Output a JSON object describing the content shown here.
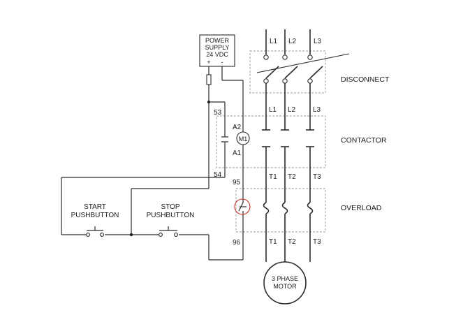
{
  "power_supply": {
    "line1": "POWER",
    "line2": "SUPPLY",
    "line3": "24  VDC",
    "plus": "+",
    "minus": "-"
  },
  "phases": {
    "supply": [
      "L1",
      "L2",
      "L3"
    ],
    "load_side": [
      "L1",
      "L2",
      "L3"
    ],
    "contactor_out": [
      "T1",
      "T2",
      "T3"
    ],
    "overload_out": [
      "T1",
      "T2",
      "T3"
    ]
  },
  "terminals": {
    "aux_top": "53",
    "aux_bottom": "54",
    "ol_top": "95",
    "ol_bottom": "96",
    "coil_top": "A2",
    "coil_bottom": "A1",
    "coil_name": "M1"
  },
  "sections": {
    "disconnect": "DISCONNECT",
    "contactor": "CONTACTOR",
    "overload": "OVERLOAD"
  },
  "start_pushbutton": {
    "line1": "START",
    "line2": "PUSHBUTTON"
  },
  "stop_pushbutton": {
    "line1": "STOP",
    "line2": "PUSHBUTTON"
  },
  "motor": {
    "line1": "3 PHASE",
    "line2": "MOTOR"
  },
  "colors": {
    "wire": "#2a2a2a",
    "dashed_box": "#9a9a9a",
    "annotation_circle": "#c0302a"
  }
}
